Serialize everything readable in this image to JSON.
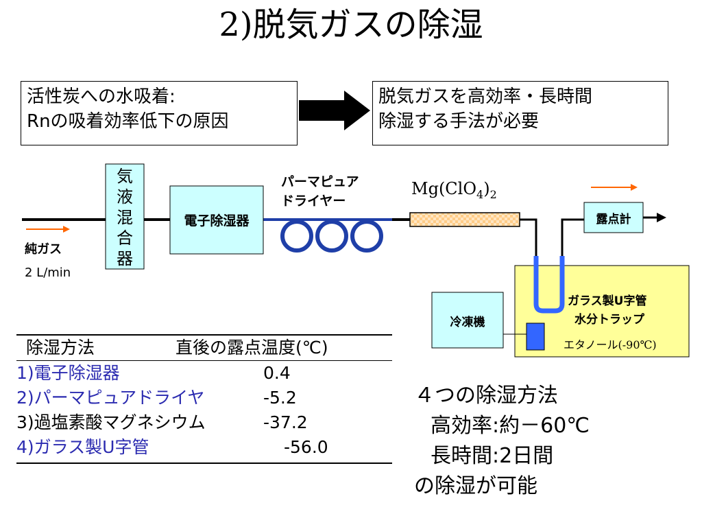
{
  "title": "2)脱気ガスの除湿",
  "problem_box": {
    "line1": "活性炭への水吸着:",
    "line2": "Rnの吸着効率低下の原因"
  },
  "solution_box": {
    "line1": "脱気ガスを高効率・長時間",
    "line2": "除湿する手法が必要"
  },
  "diagram": {
    "gas_liquid_mixer": [
      "気",
      "液",
      "混",
      "合",
      "器"
    ],
    "electronic_dehumidifier": "電子除湿器",
    "permapure_label": [
      "パーマピュア",
      "ドライヤー"
    ],
    "mgclo4": {
      "base": "Mg(ClO",
      "sub1": "4",
      "close": ")",
      "sub2": "2"
    },
    "dew_point_meter": "露点計",
    "pure_gas": "純ガス",
    "flow_rate": "2 L/min",
    "freezer": "冷凍機",
    "u_tube_label": [
      "ガラス製U字管",
      "水分トラップ"
    ],
    "ethanol": "エタノール(-90℃)",
    "colors": {
      "mixer_fill": "#ccffff",
      "permapure_coil": "#1f3fa8",
      "u_tube": "#3366ff",
      "trap_bath": "#ffff99",
      "mg_fill": "#ffcc88",
      "flow_arrow": "#ff6600"
    }
  },
  "table": {
    "header": {
      "method": "除湿方法",
      "dewpoint": "直後の露点温度(℃)"
    },
    "rows": [
      {
        "method": "1)電子除湿器",
        "value": "0.4",
        "color": "#2b2bb0"
      },
      {
        "method": "2)パーマピュアドライヤ",
        "value": "-5.2",
        "color": "#2b2bb0"
      },
      {
        "method": "3)過塩素酸マグネシウム",
        "value": "-37.2",
        "color": "#000000"
      },
      {
        "method": "4)ガラス製U字管",
        "value": "-56.0",
        "color": "#2b2bb0"
      }
    ]
  },
  "summary": {
    "line1": "４つの除湿方法",
    "line2": "高効率:約－60℃",
    "line3": "長時間:2日間",
    "line4": "の除湿が可能"
  }
}
